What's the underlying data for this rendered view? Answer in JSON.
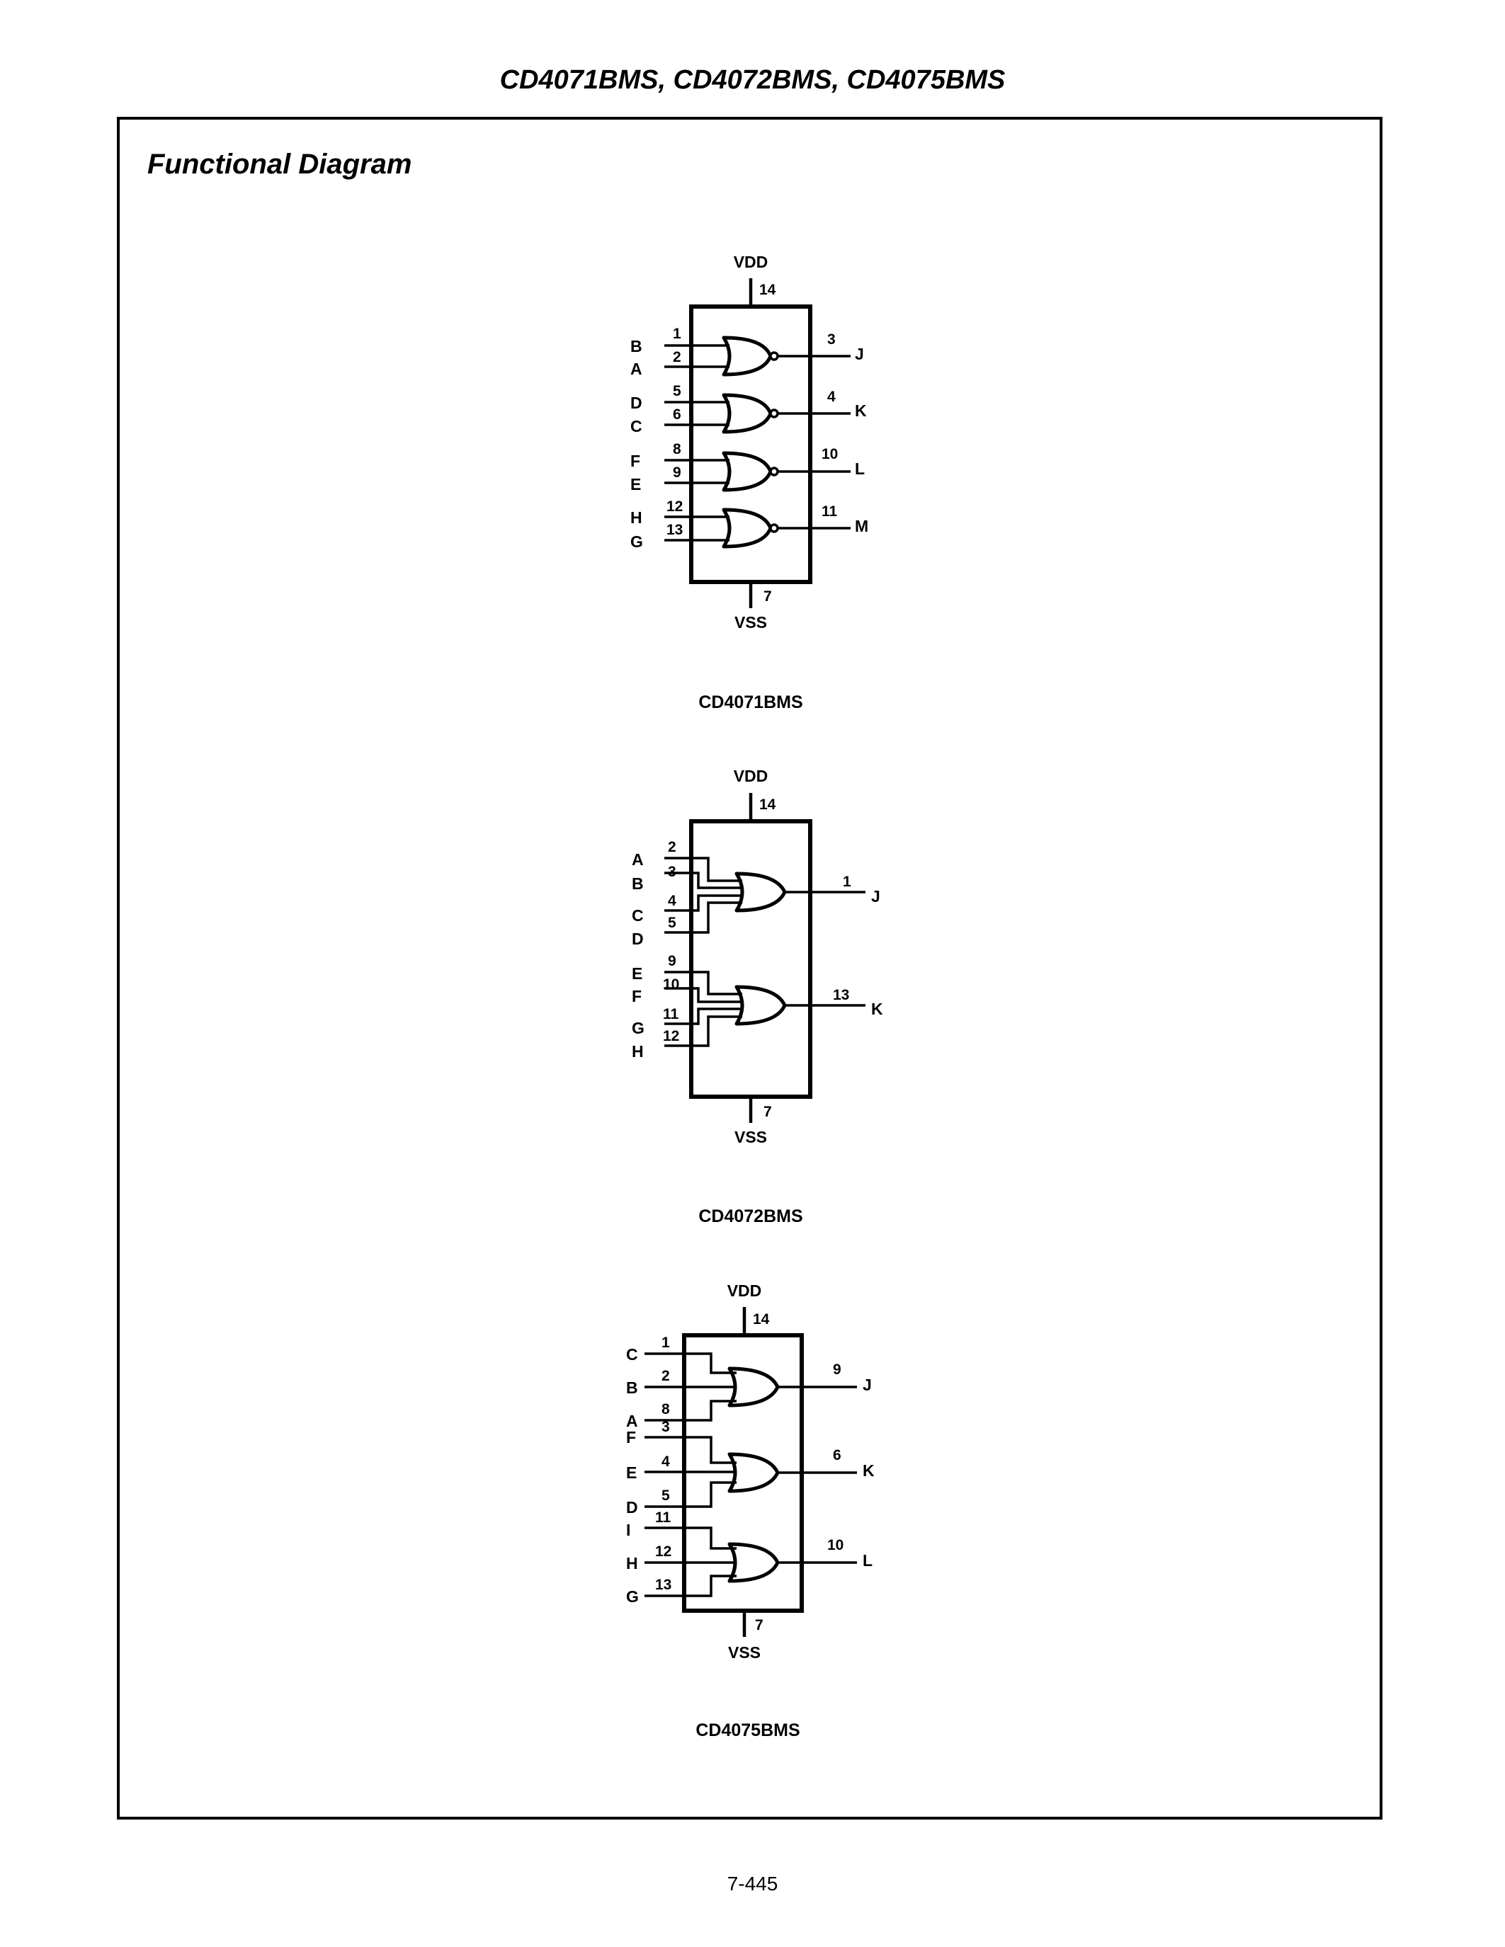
{
  "header": {
    "title": "CD4071BMS, CD4072BMS, CD4075BMS"
  },
  "section": {
    "title": "Functional Diagram"
  },
  "footer": {
    "page_number": "7-445"
  },
  "diagrams": [
    {
      "part_number": "CD4071BMS",
      "power": {
        "label": "VDD",
        "pin": "14"
      },
      "ground": {
        "label": "VSS",
        "pin": "7"
      },
      "gates": [
        {
          "inputs": [
            {
              "signal": "B",
              "pin": "1"
            },
            {
              "signal": "A",
              "pin": "2"
            }
          ],
          "output": {
            "signal": "J",
            "pin": "3"
          }
        },
        {
          "inputs": [
            {
              "signal": "D",
              "pin": "5"
            },
            {
              "signal": "C",
              "pin": "6"
            }
          ],
          "output": {
            "signal": "K",
            "pin": "4"
          }
        },
        {
          "inputs": [
            {
              "signal": "F",
              "pin": "8"
            },
            {
              "signal": "E",
              "pin": "9"
            }
          ],
          "output": {
            "signal": "L",
            "pin": "10"
          }
        },
        {
          "inputs": [
            {
              "signal": "H",
              "pin": "12"
            },
            {
              "signal": "G",
              "pin": "13"
            }
          ],
          "output": {
            "signal": "M",
            "pin": "11"
          }
        }
      ]
    },
    {
      "part_number": "CD4072BMS",
      "power": {
        "label": "VDD",
        "pin": "14"
      },
      "ground": {
        "label": "VSS",
        "pin": "7"
      },
      "gates": [
        {
          "inputs": [
            {
              "signal": "A",
              "pin": "2"
            },
            {
              "signal": "B",
              "pin": "3"
            },
            {
              "signal": "C",
              "pin": "4"
            },
            {
              "signal": "D",
              "pin": "5"
            }
          ],
          "output": {
            "signal": "J",
            "pin": "1"
          }
        },
        {
          "inputs": [
            {
              "signal": "E",
              "pin": "9"
            },
            {
              "signal": "F",
              "pin": "10"
            },
            {
              "signal": "G",
              "pin": "11"
            },
            {
              "signal": "H",
              "pin": "12"
            }
          ],
          "output": {
            "signal": "K",
            "pin": "13"
          }
        }
      ]
    },
    {
      "part_number": "CD4075BMS",
      "power": {
        "label": "VDD",
        "pin": "14"
      },
      "ground": {
        "label": "VSS",
        "pin": "7"
      },
      "gates": [
        {
          "inputs": [
            {
              "signal": "C",
              "pin": "1"
            },
            {
              "signal": "B",
              "pin": "2"
            },
            {
              "signal": "A",
              "pin": "8"
            }
          ],
          "output": {
            "signal": "J",
            "pin": "9"
          }
        },
        {
          "inputs": [
            {
              "signal": "F",
              "pin": "3"
            },
            {
              "signal": "E",
              "pin": "4"
            },
            {
              "signal": "D",
              "pin": "5"
            }
          ],
          "output": {
            "signal": "K",
            "pin": "6"
          }
        },
        {
          "inputs": [
            {
              "signal": "I",
              "pin": "11"
            },
            {
              "signal": "H",
              "pin": "12"
            },
            {
              "signal": "G",
              "pin": "13"
            }
          ],
          "output": {
            "signal": "L",
            "pin": "10"
          }
        }
      ]
    }
  ]
}
